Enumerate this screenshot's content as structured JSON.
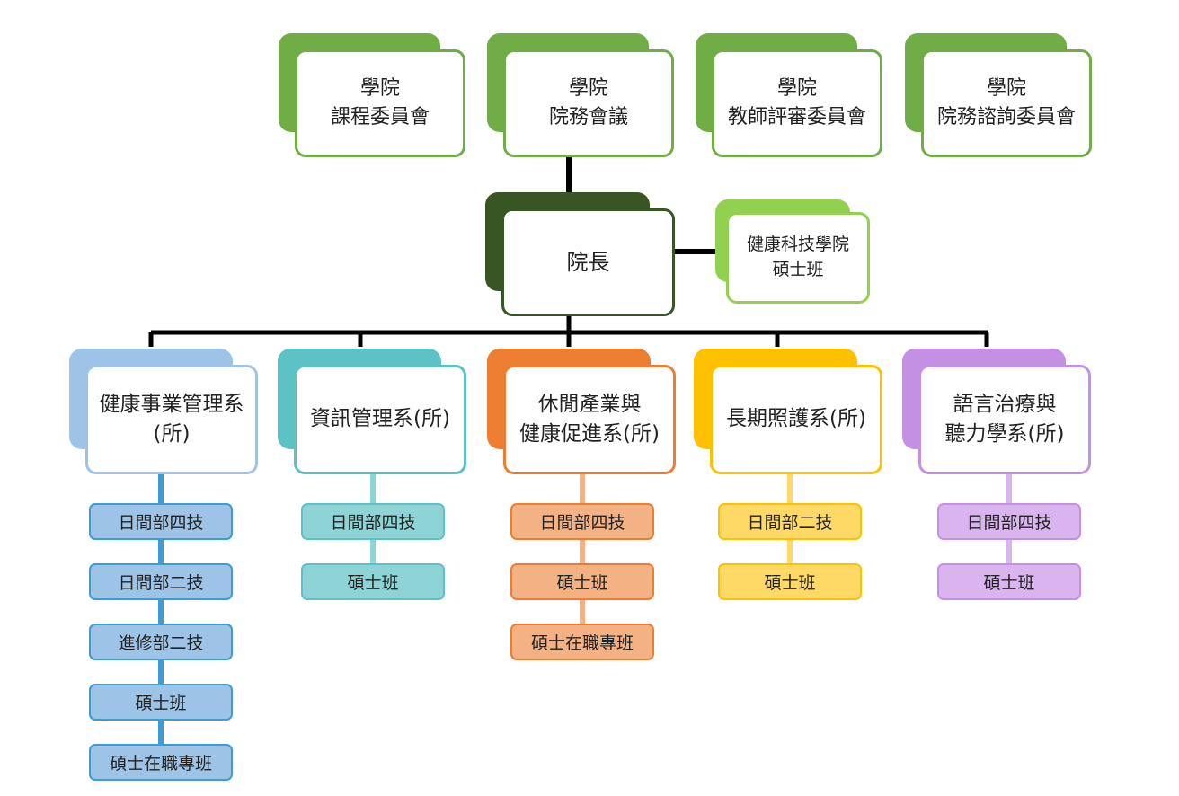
{
  "committees": [
    {
      "line1": "學院",
      "line2": "課程委員會"
    },
    {
      "line1": "學院",
      "line2": "院務會議"
    },
    {
      "line1": "學院",
      "line2": "教師評審委員會"
    },
    {
      "line1": "學院",
      "line2": "院務諮詢委員會"
    }
  ],
  "dean": {
    "label": "院長"
  },
  "master_program": {
    "line1": "健康科技學院",
    "line2": "碩士班"
  },
  "departments": [
    {
      "line1": "健康事業管理系",
      "line2": "(所)",
      "color": "#9dc3e6",
      "accent": "#3d9bd6",
      "programs": [
        "日間部四技",
        "日間部二技",
        "進修部二技",
        "碩士班",
        "碩士在職專班"
      ]
    },
    {
      "line1": "資訊管理系(所)",
      "line2": "",
      "color": "#5cc2c6",
      "accent": "#8ed4d6",
      "programs": [
        "日間部四技",
        "碩士班"
      ]
    },
    {
      "line1": "休閒產業與",
      "line2": "健康促進系(所)",
      "color": "#ed7d31",
      "accent": "#f4b183",
      "programs": [
        "日間部四技",
        "碩士班",
        "碩士在職專班"
      ]
    },
    {
      "line1": "長期照護系(所)",
      "line2": "",
      "color": "#ffc000",
      "accent": "#ffd966",
      "programs": [
        "日間部二技",
        "碩士班"
      ]
    },
    {
      "line1": "語言治療與",
      "line2": "聽力學系(所)",
      "color": "#c490e4",
      "accent": "#d9b4ee",
      "programs": [
        "日間部四技",
        "碩士班"
      ]
    }
  ],
  "colors": {
    "committee_back": "#70ad47",
    "dean_back": "#375623",
    "master_back": "#92d050",
    "connector": "#000000"
  }
}
